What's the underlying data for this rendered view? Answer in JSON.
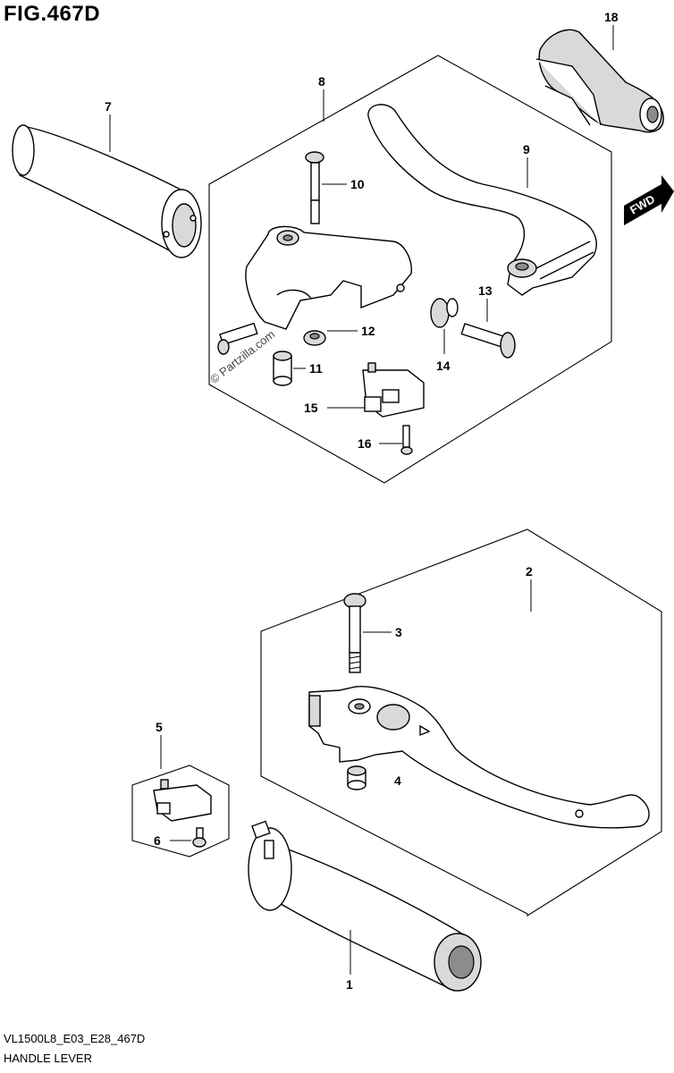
{
  "figure": {
    "title": "FIG.467D",
    "code": "VL1500L8_E03_E28_467D",
    "name": "HANDLE LEVER"
  },
  "watermark": "© Partzilla.com",
  "direction_marker": "FWD",
  "callouts": {
    "c1": "1",
    "c2": "2",
    "c3": "3",
    "c4": "4",
    "c5": "5",
    "c6": "6",
    "c7": "7",
    "c8": "8",
    "c9": "9",
    "c10": "10",
    "c11": "11",
    "c12": "12",
    "c13": "13",
    "c14": "14",
    "c15": "15",
    "c16": "16",
    "c18": "18"
  }
}
